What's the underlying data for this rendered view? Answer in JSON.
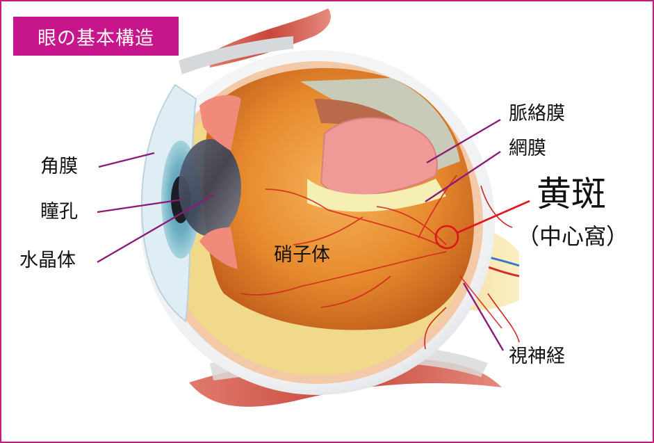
{
  "title": "眼の基本構造",
  "labels": {
    "cornea": "角膜",
    "pupil": "瞳孔",
    "lens": "水晶体",
    "vitreous": "硝子体",
    "choroid": "脈絡膜",
    "retina": "網膜",
    "macula": "黄斑",
    "fovea": "（中心窩）",
    "optic_nerve": "視神経"
  },
  "colors": {
    "frame_border": "#c8197f",
    "title_bg": "#c7158b",
    "title_text": "#ffffff",
    "leader_line": "#8b1a78",
    "macula_marker": "#e0151a"
  }
}
